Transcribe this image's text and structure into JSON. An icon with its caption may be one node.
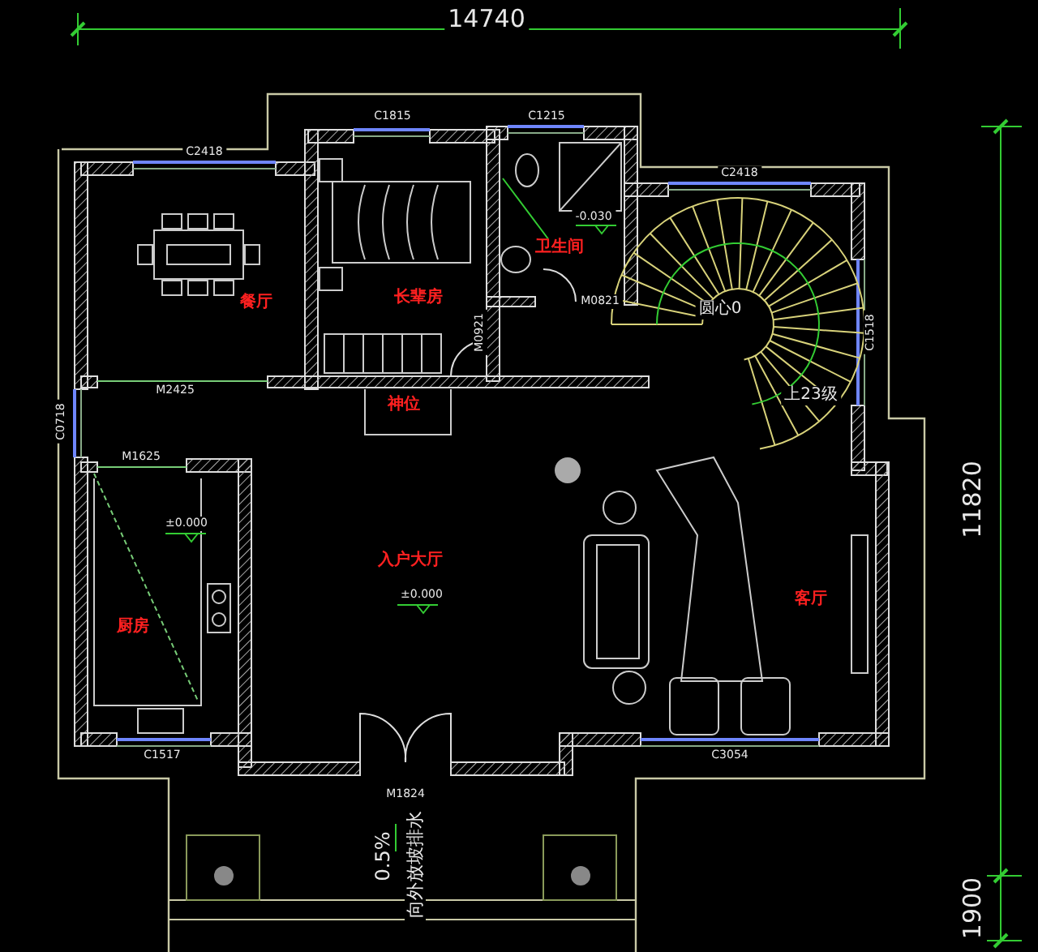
{
  "diagram": {
    "labels": [
      "14740",
      "C1815",
      "C1215",
      "C2418",
      "C2418",
      "-0.030",
      "卫生间",
      "餐厅",
      "长辈房",
      "圆心0",
      "M0821",
      "M0921",
      "C1518",
      "M2425",
      "神位",
      "上23级",
      "C0718",
      "11820",
      "M1625",
      "±0.000",
      "入户大厅",
      "±0.000",
      "客厅",
      "厨房",
      "C1517",
      "C3054",
      "M1824",
      "0.5%",
      "向外放坡排水",
      "1900"
    ]
  }
}
